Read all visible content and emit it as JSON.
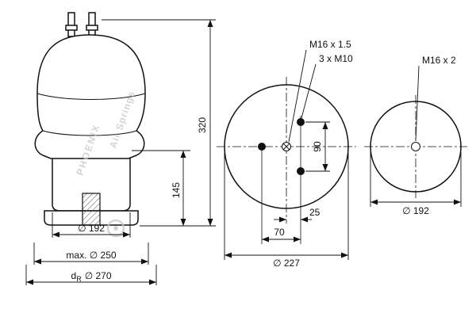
{
  "watermark": {
    "brand": "PHOENIX",
    "tagline": "Air Springs"
  },
  "side_view": {
    "dim_height_total": "320",
    "dim_height_lower": "145",
    "dim_dia_piston": "∅ 192",
    "dim_dia_max": "max. ∅ 250",
    "dim_dia_rim_prefix": "d",
    "dim_dia_rim_sub": "R",
    "dim_dia_rim_value": "∅ 270"
  },
  "top_view_large": {
    "label_center_thread": "M16 x 1.5",
    "label_stud_thread": "3 x M10",
    "dim_stud_spacing": "90",
    "dim_offset_small": "25",
    "dim_offset_large": "70",
    "dim_dia": "∅ 227"
  },
  "top_view_small": {
    "label_center_thread": "M16 x 2",
    "dim_dia": "∅ 192"
  }
}
